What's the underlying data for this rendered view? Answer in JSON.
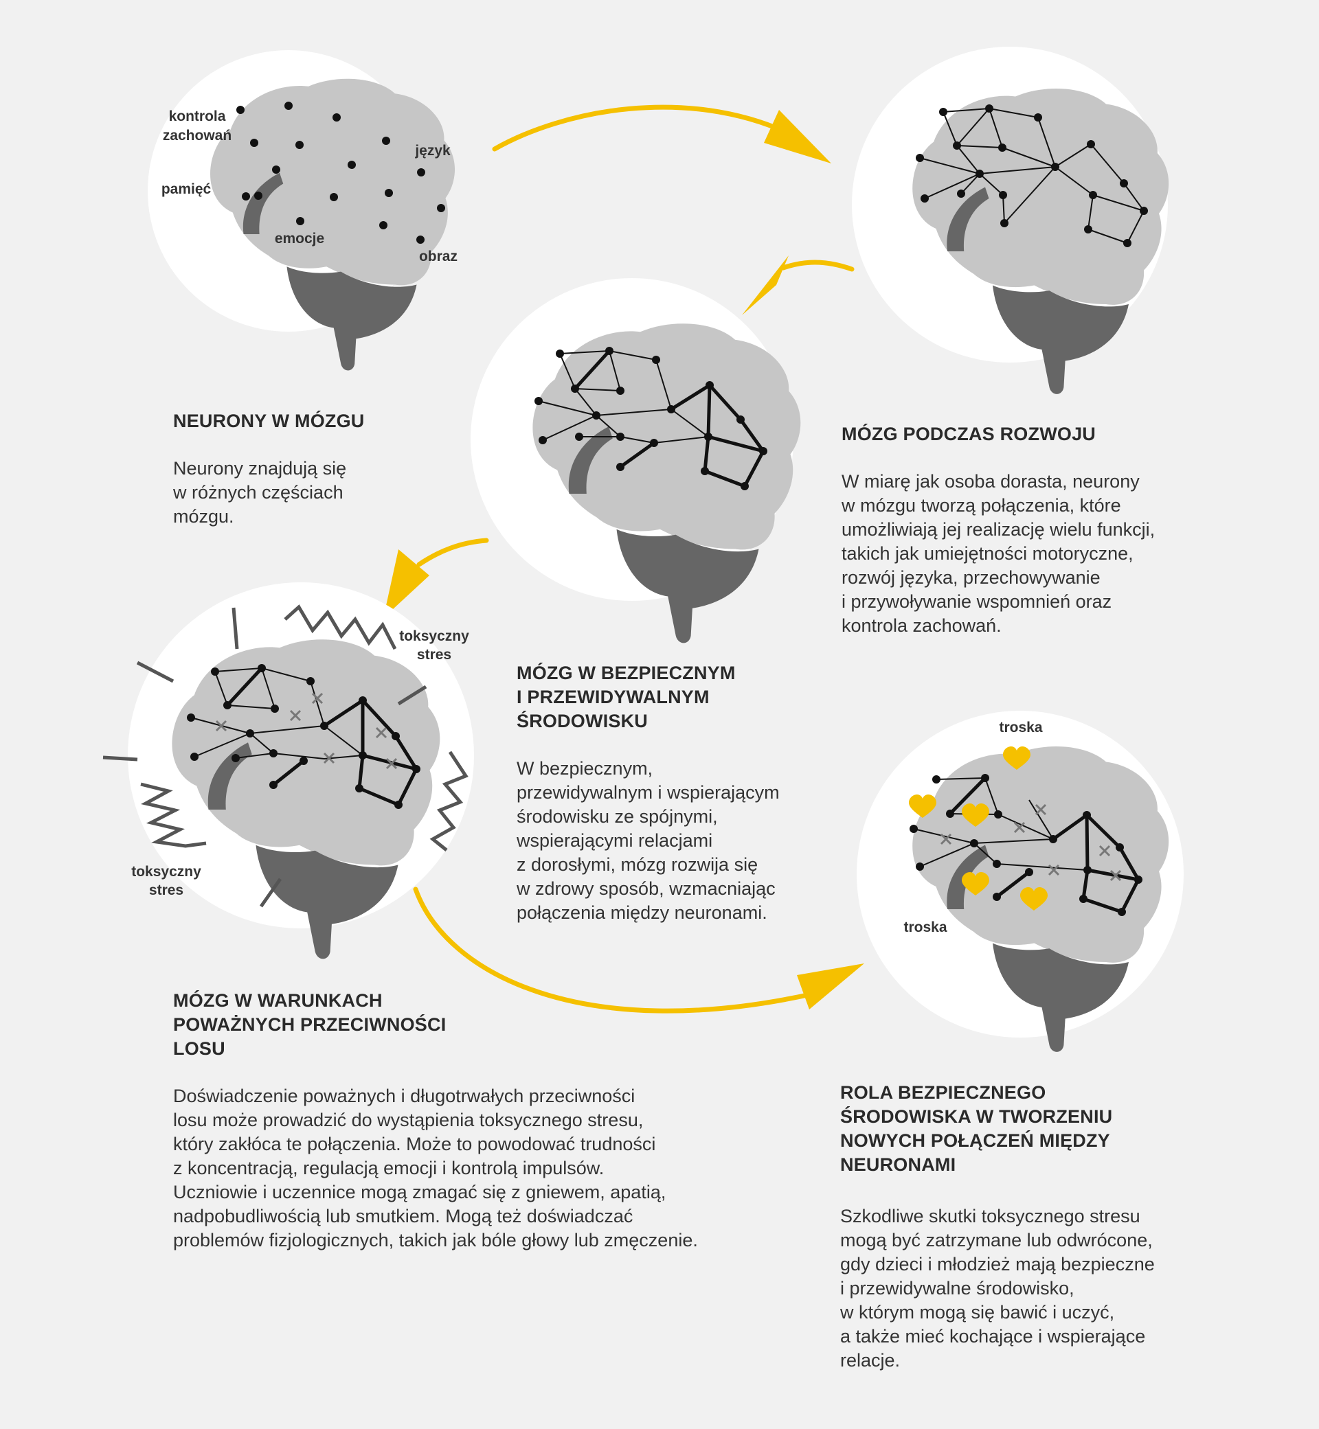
{
  "brain1": {
    "labels": [
      "kontrola",
      "zachowań",
      "pamięć",
      "język",
      "emocje",
      "obraz"
    ],
    "title": "NEURONY W MÓZGU",
    "text": [
      "Neurony znajdują się",
      "w różnych częściach",
      "mózgu."
    ]
  },
  "brain2": {
    "title": "MÓZG PODCZAS ROZWOJU",
    "text": [
      "W miarę jak osoba dorasta, neurony",
      "w mózgu tworzą połączenia, które",
      "umożliwiają jej realizację wielu funkcji,",
      "takich jak umiejętności motoryczne,",
      "rozwój języka, przechowywanie",
      "i przywoływanie wspomnień oraz",
      "kontrola zachowań."
    ]
  },
  "brain3": {
    "title": [
      "MÓZG W BEZPIECZNYM",
      "I PRZEWIDYWALNYM",
      "ŚRODOWISKU"
    ],
    "text": [
      "W bezpiecznym,",
      "przewidywalnym i wspierającym",
      "środowisku ze spójnymi,",
      "wspierającymi relacjami",
      "z dorosłymi, mózg rozwija się",
      "w zdrowy sposób, wzmacniając",
      "połączenia między neuronami."
    ]
  },
  "brain4": {
    "labels": [
      "toksyczny",
      "stres",
      "toksyczny",
      "stres"
    ],
    "title": [
      "MÓZG W WARUNKACH",
      "POWAŻNYCH PRZECIWNOŚCI",
      "LOSU"
    ],
    "text": [
      "Doświadczenie poważnych i długotrwałych przeciwności",
      "losu może prowadzić do wystąpienia toksycznego stresu,",
      "który zakłóca te połączenia. Może to powodować trudności",
      "z koncentracją, regulacją emocji i kontrolą impulsów.",
      "Uczniowie i uczennice mogą zmagać się z gniewem, apatią,",
      "nadpobudliwością lub smutkiem. Mogą też doświadczać",
      "problemów fizjologicznych, takich jak bóle głowy lub zmęczenie."
    ]
  },
  "brain5": {
    "labels": [
      "troska",
      "troska"
    ],
    "title": [
      "ROLA BEZPIECZNEGO",
      "ŚRODOWISKA W TWORZENIU",
      "NOWYCH POŁĄCZEŃ MIĘDZY",
      "NEURONAMI"
    ],
    "text": [
      "Szkodliwe skutki toksycznego stresu",
      "mogą być zatrzymane lub odwrócone,",
      "gdy dzieci i młodzież mają bezpieczne",
      "i przewidywalne środowisko,",
      "w którym mogą się bawić i uczyć,",
      "a także mieć kochające i wspierające",
      "relacje."
    ]
  },
  "colors": {
    "background": "#f1f1f1",
    "circle": "#ffffff",
    "brain_light": "#c6c6c6",
    "brain_dark": "#666666",
    "arrow": "#f5c000",
    "heart": "#f5c000"
  }
}
